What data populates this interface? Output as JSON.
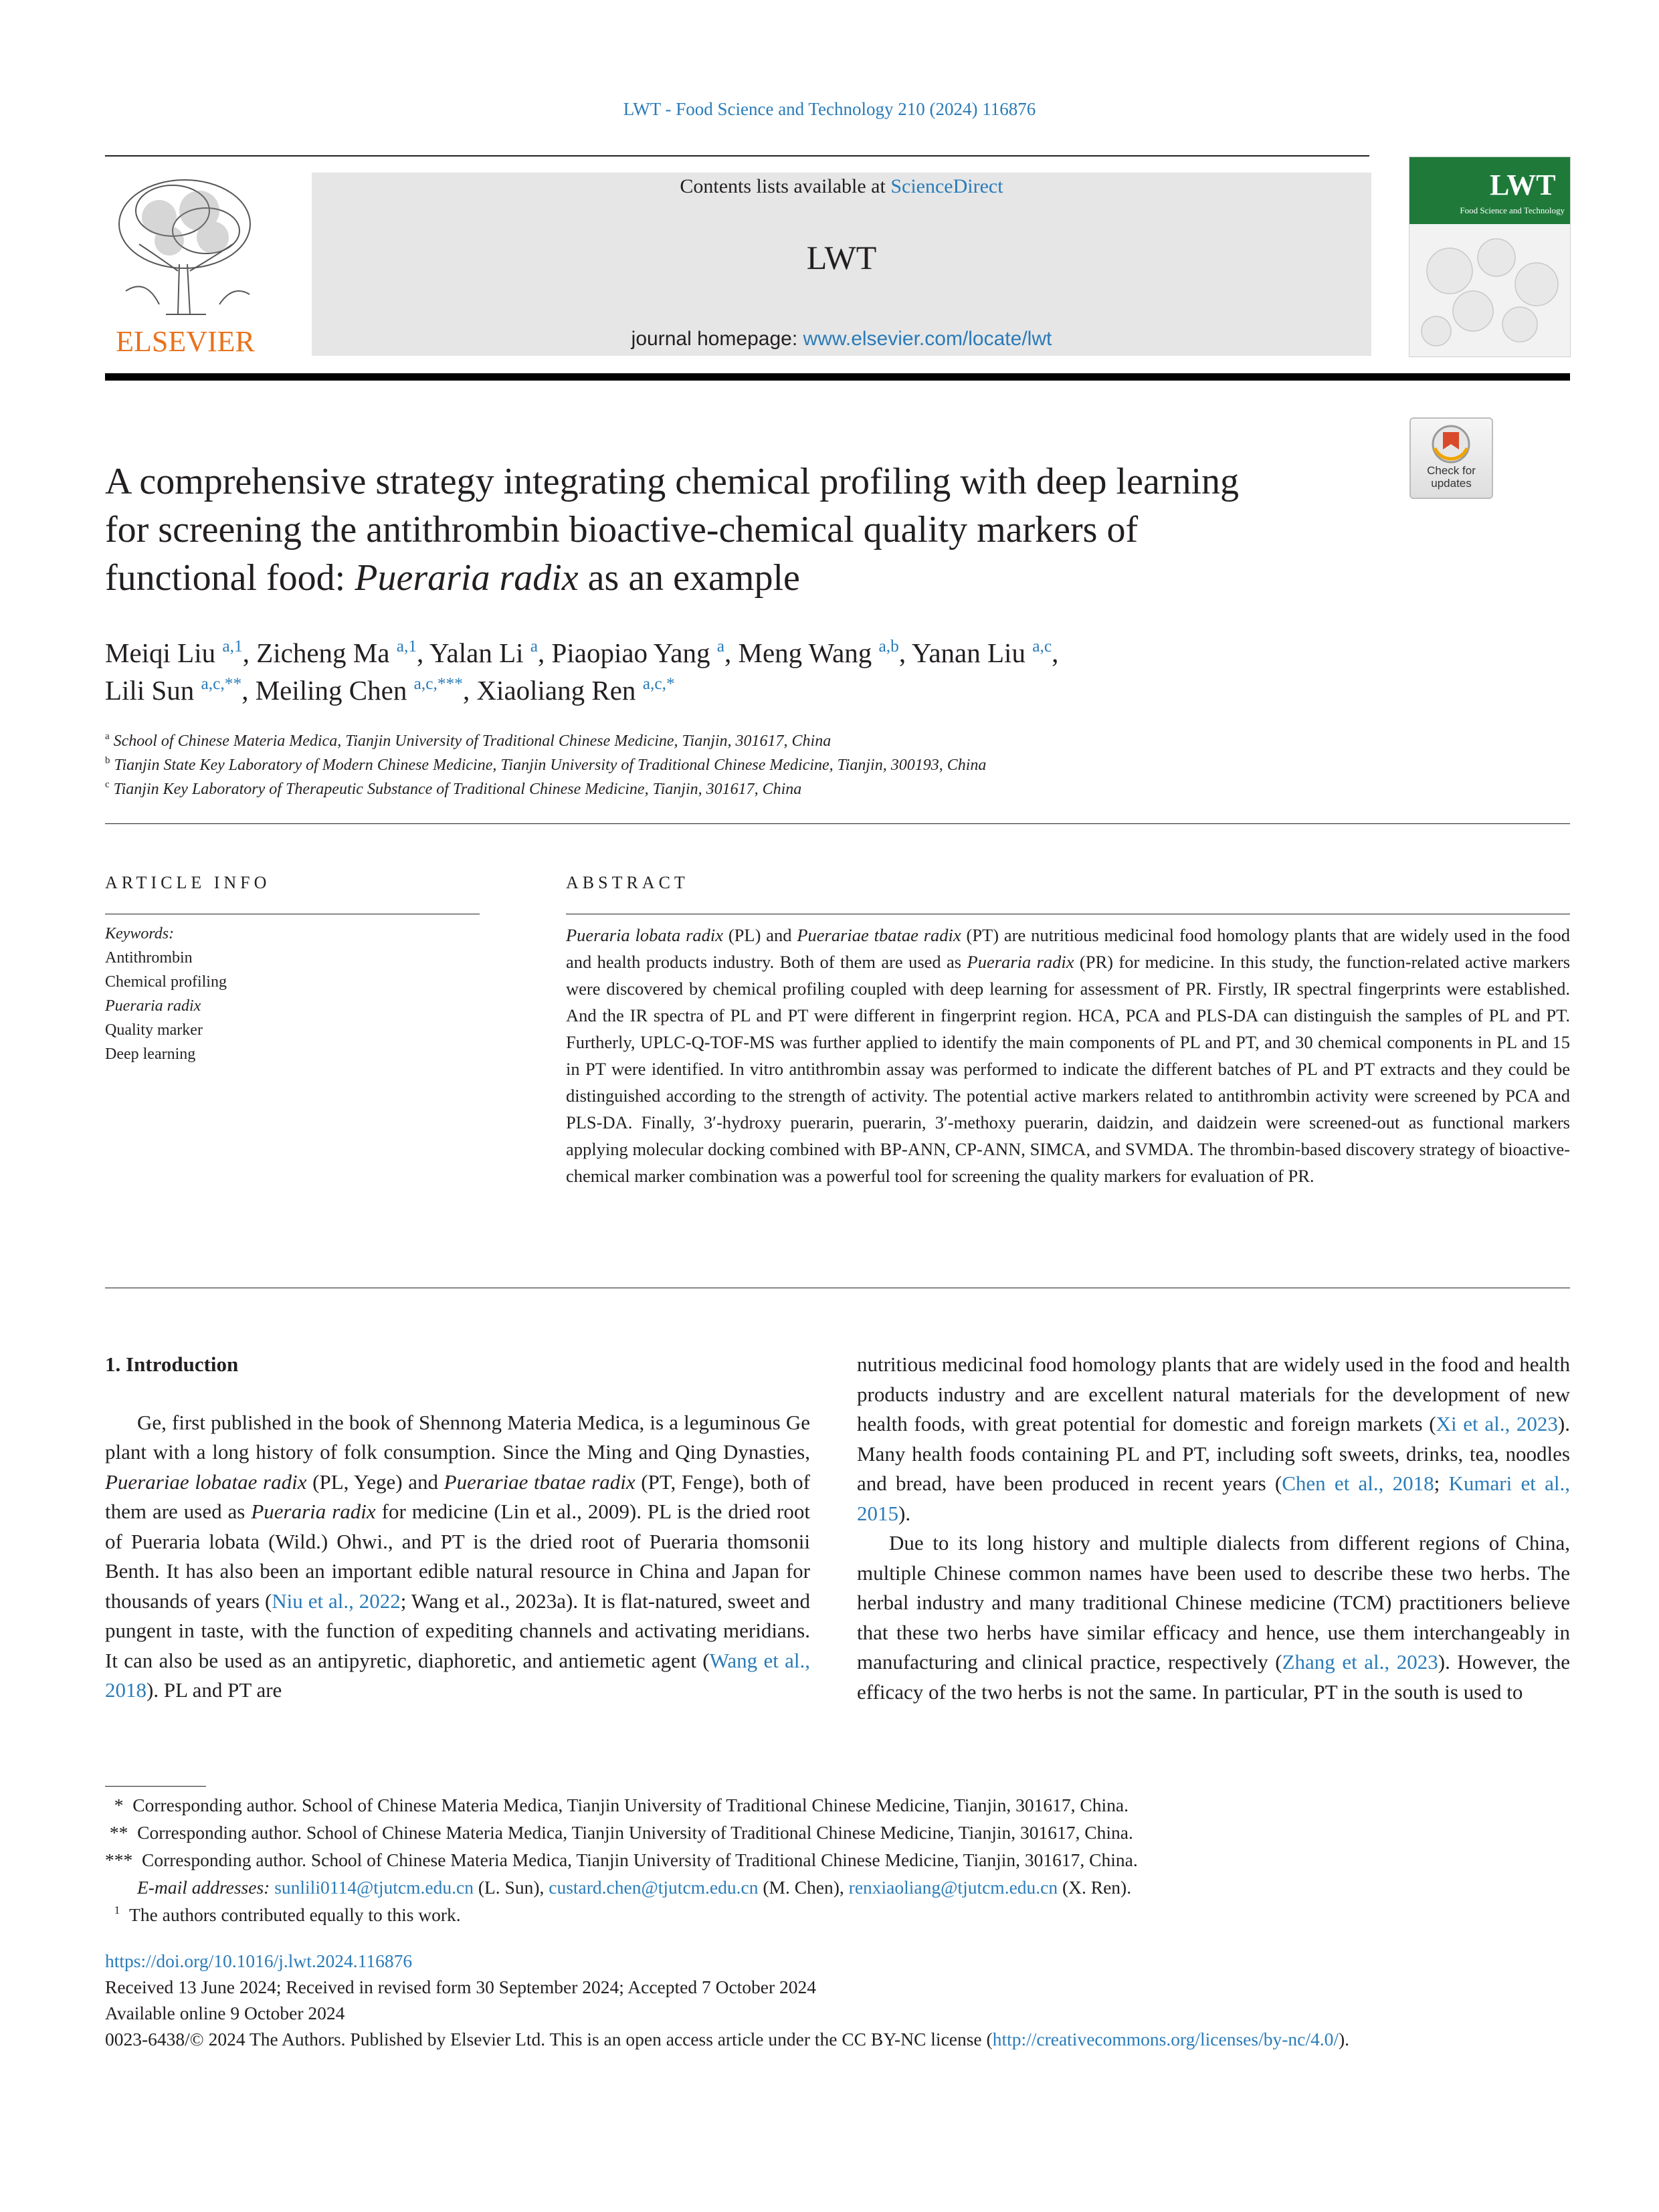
{
  "header": {
    "journal_ref": "LWT - Food Science and Technology 210 (2024) 116876",
    "contents_prefix": "Contents lists available at ",
    "contents_link": "ScienceDirect",
    "journal_name": "LWT",
    "homepage_label": "journal homepage: ",
    "homepage_url": "www.elsevier.com/locate/lwt",
    "publisher_logo_text": "ELSEVIER",
    "cover_title": "LWT",
    "cover_subtitle": "Food Science and Technology",
    "check_updates": "Check for updates"
  },
  "title": {
    "line1": "A comprehensive strategy integrating chemical profiling with deep learning",
    "line2": "for screening the antithrombin bioactive-chemical quality markers of",
    "line3_pre": "functional food: ",
    "line3_italic": "Pueraria radix",
    "line3_post": " as an example"
  },
  "authors": [
    {
      "name": "Meiqi Liu",
      "sup": "a,1",
      "sep": ", "
    },
    {
      "name": "Zicheng Ma",
      "sup": "a,1",
      "sep": ", "
    },
    {
      "name": "Yalan Li",
      "sup": "a",
      "sep": ", "
    },
    {
      "name": "Piaopiao Yang",
      "sup": "a",
      "sep": ", "
    },
    {
      "name": "Meng Wang",
      "sup": "a,b",
      "sep": ", "
    },
    {
      "name": "Yanan Liu",
      "sup": "a,c",
      "sep": ","
    },
    {
      "name": "Lili Sun",
      "sup": "a,c,**",
      "sep": ", "
    },
    {
      "name": "Meiling Chen",
      "sup": "a,c,***",
      "sep": ", "
    },
    {
      "name": "Xiaoliang Ren",
      "sup": "a,c,*",
      "sep": ""
    }
  ],
  "affiliations": [
    {
      "label": "a",
      "text": "School of Chinese Materia Medica, Tianjin University of Traditional Chinese Medicine, Tianjin, 301617, China"
    },
    {
      "label": "b",
      "text": "Tianjin State Key Laboratory of Modern Chinese Medicine, Tianjin University of Traditional Chinese Medicine, Tianjin, 300193, China"
    },
    {
      "label": "c",
      "text": "Tianjin Key Laboratory of Therapeutic Substance of Traditional Chinese Medicine, Tianjin, 301617, China"
    }
  ],
  "article_info": {
    "heading": "ARTICLE INFO",
    "keywords_label": "Keywords:",
    "keywords": [
      "Antithrombin",
      "Chemical profiling",
      "Pueraria radix",
      "Quality marker",
      "Deep learning"
    ]
  },
  "abstract": {
    "heading": "ABSTRACT",
    "s1": "Pueraria lobata radix",
    "s2": " (PL) and ",
    "s3": "Puerariae tbatae radix",
    "s4": " (PT) are nutritious medicinal food homology plants that are widely used in the food and health products industry. Both of them are used as ",
    "s5": "Pueraria radix",
    "s6": " (PR) for medicine. In this study, the function-related active markers were discovered by chemical profiling coupled with deep learning for assessment of PR. Firstly, IR spectral fingerprints were established. And the IR spectra of PL and PT were different in fingerprint region. HCA, PCA and PLS-DA can distinguish the samples of PL and PT. Furtherly, UPLC-Q-TOF-MS was further applied to identify the main components of PL and PT, and 30 chemical compo­nents in PL and 15 in PT were identified. In vitro antithrombin assay was performed to indicate the different batches of PL and PT extracts and they could be distinguished according to the strength of activity. The potential active markers related to antithrombin activity were screened by PCA and PLS-DA. Finally, 3′-hydroxy puerarin, puerarin, 3′-methoxy puerarin, daidzin, and daidzein were screened-out as functional markers applying molec­ular docking combined with BP-ANN, CP-ANN, SIMCA, and SVMDA. The thrombin-based discovery strategy of bioactive-chemical marker combination was a powerful tool for screening the quality markers for evaluation of PR."
  },
  "intro": {
    "heading": "1.  Introduction",
    "p1": [
      {
        "t": "Ge, first published in the book of Shennong Materia Medica, is a leguminous Ge plant with a long history of folk consumption. Since the Ming and Qing Dynasties, "
      },
      {
        "t": "Puerariae lobatae radix",
        "i": true
      },
      {
        "t": " (PL, Yege) and "
      },
      {
        "t": "Puer­ariae tbatae radix",
        "i": true
      },
      {
        "t": " (PT, Fenge), both of them are used as "
      },
      {
        "t": "Pueraria radix",
        "i": true
      },
      {
        "t": " for medicine (Lin et al., 2009). PL is the dried root of Pueraria lobata (Wild.) Ohwi., and PT is the dried root of Pueraria thomsonii Benth. It has also been an important edible natural resource in China and Japan for thousands of years ("
      },
      {
        "t": "Niu et al., 2022",
        "l": true
      },
      {
        "t": "; Wang et al., 2023a). It is flat-natured, sweet and pungent in taste, with the function of expediting channels and activating meridians. It can also be used as an antipyretic, diaphoretic, and antiemetic agent ("
      },
      {
        "t": "Wang et al., 2018",
        "l": true
      },
      {
        "t": "). PL and PT are"
      }
    ],
    "p2": [
      {
        "t": "nutritious medicinal food homology plants that are widely used in the food and health products industry and are excellent natural materials for the development of new health foods, with great potential for domestic and foreign markets ("
      },
      {
        "t": "Xi et al., 2023",
        "l": true
      },
      {
        "t": "). Many health foods containing PL and PT, including soft sweets, drinks, tea, noodles and bread, have been produced in recent years ("
      },
      {
        "t": "Chen et al., 2018",
        "l": true
      },
      {
        "t": "; "
      },
      {
        "t": "Kumari et al., 2015",
        "l": true
      },
      {
        "t": ")."
      }
    ],
    "p3": [
      {
        "t": "Due to its long history and multiple dialects from different regions of China, multiple Chinese common names have been used to describe these two herbs. The herbal industry and many traditional Chinese medicine (TCM) practitioners believe that these two herbs have similar efficacy and hence, use them interchangeably in manufacturing and clinical practice, respectively ("
      },
      {
        "t": "Zhang et al., 2023",
        "l": true
      },
      {
        "t": "). However, the efficacy of the two herbs is not the same. In particular, PT in the south is used to"
      }
    ]
  },
  "footnotes": {
    "fn1_mark": "*",
    "fn1": "Corresponding author. School of Chinese Materia Medica, Tianjin University of Traditional Chinese Medicine, Tianjin, 301617, China.",
    "fn2_mark": "**",
    "fn2": "Corresponding author. School of Chinese Materia Medica, Tianjin University of Traditional Chinese Medicine, Tianjin, 301617, China.",
    "fn3_mark": "***",
    "fn3": "Corresponding author. School of Chinese Materia Medica, Tianjin University of Traditional Chinese Medicine, Tianjin, 301617, China.",
    "email_label": "E-mail addresses:",
    "email1": "sunlili0114@tjutcm.edu.cn",
    "email1_who": " (L. Sun), ",
    "email2": "custard.chen@tjutcm.edu.cn",
    "email2_who": " (M. Chen), ",
    "email3": "renxiaoliang@tjutcm.edu.cn",
    "email3_who": " (X. Ren).",
    "fn4_mark": "1",
    "fn4": "The authors contributed equally to this work."
  },
  "pub_info": {
    "doi": "https://doi.org/10.1016/j.lwt.2024.116876",
    "received": "Received 13 June 2024; Received in revised form 30 September 2024; Accepted 7 October 2024",
    "available": "Available online 9 October 2024",
    "license_pre": "0023-6438/© 2024 The Authors.  Published by Elsevier Ltd.  This is an open access article under the CC BY-NC license (",
    "license_url": "http://creativecommons.org/licenses/by-nc/4.0/",
    "license_post": ")."
  }
}
